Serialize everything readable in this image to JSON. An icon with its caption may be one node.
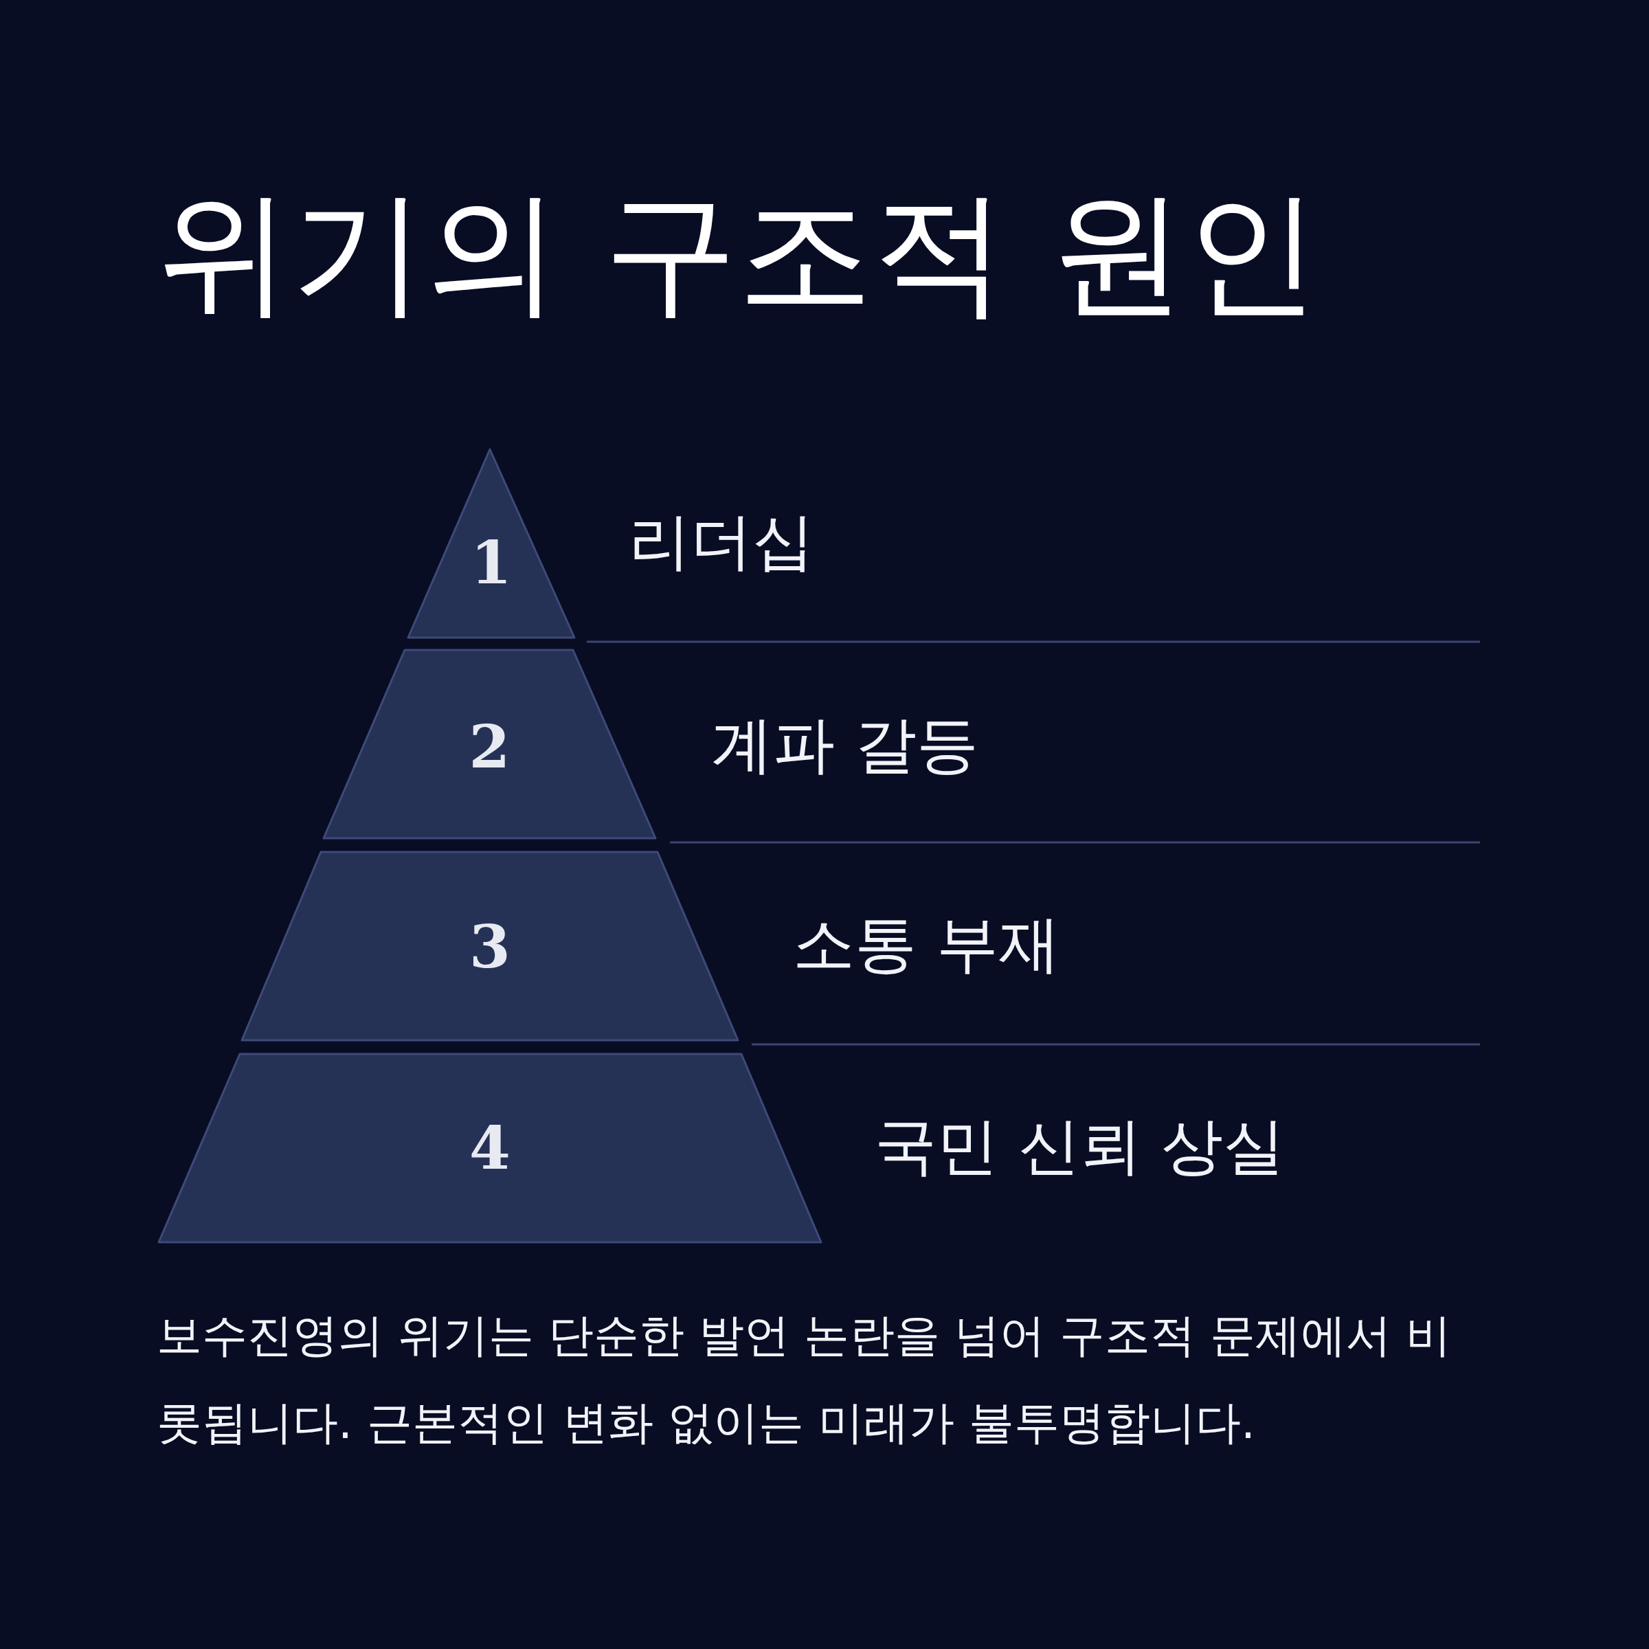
{
  "diagram": {
    "title": "위기의 구조적 원인",
    "nodes": [
      {
        "text": [
          "1"
        ],
        "beside": [
          "리더십"
        ]
      },
      {
        "text": [
          "2"
        ],
        "beside": [
          "계파 갈등"
        ]
      },
      {
        "text": [
          "3"
        ],
        "beside": [
          "소통 부재"
        ]
      },
      {
        "text": [
          "4"
        ],
        "beside": [
          "국민 신뢰 상실"
        ]
      }
    ],
    "caption": "보수진영의 위기는 단순한 발언 논란을 넘어 구조적 문제에서 비롯됩니다. 근본적인 변화 없이는 미래가 불투명합니다."
  }
}
